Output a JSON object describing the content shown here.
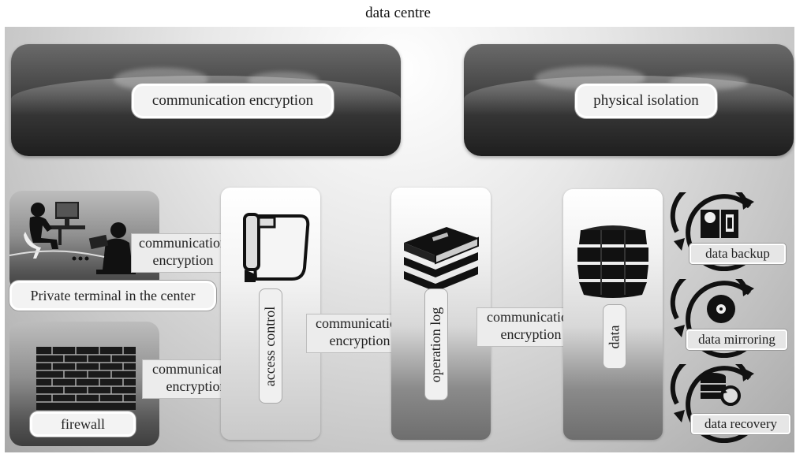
{
  "title": "data centre",
  "top_panels": {
    "left_label": "communication encryption",
    "right_label": "physical isolation"
  },
  "left_side": {
    "terminal_label": "Private terminal in the center",
    "firewall_label": "firewall",
    "comm_label_1": "communication encryption",
    "comm_label_2": "communication encryption"
  },
  "columns": {
    "access_control": "access control",
    "comm_label_3": "communication encryption",
    "operation_log": "operation log",
    "comm_label_4": "communication encryption",
    "data": "data"
  },
  "right_side": {
    "backup": "data backup",
    "mirroring": "data mirroring",
    "recovery": "data recovery"
  },
  "icons": {
    "people": "people-at-computers-icon",
    "firewall": "brick-wall-icon",
    "key": "key-document-icon",
    "books": "books-icon",
    "database": "database-stack-icon",
    "backup": "backup-icon",
    "mirroring": "disc-icon",
    "recovery": "database-restore-icon"
  }
}
